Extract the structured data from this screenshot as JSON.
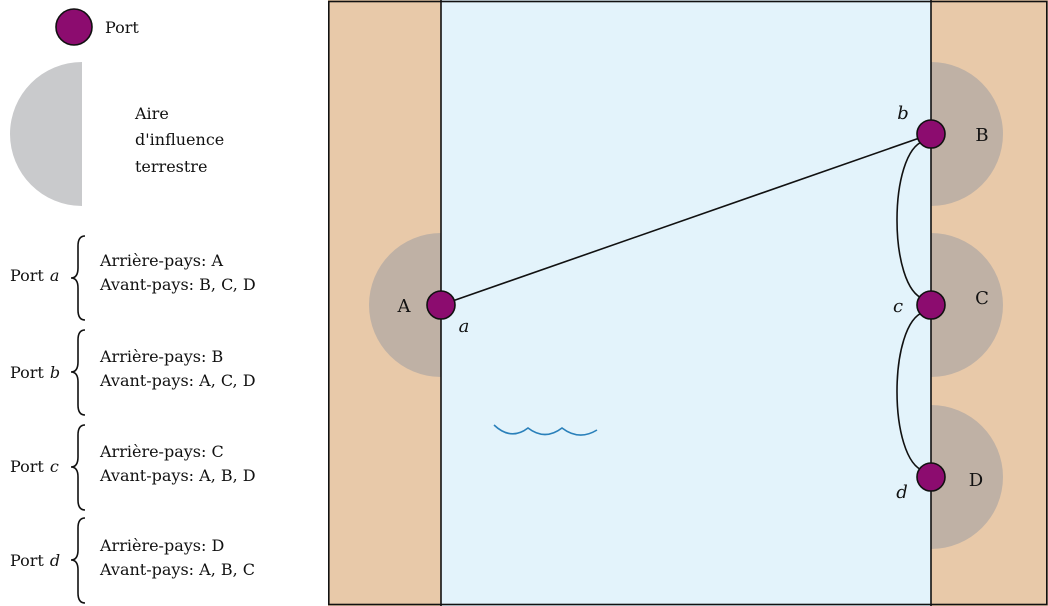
{
  "legend": {
    "port": "Port",
    "influence": {
      "line1": "Aire",
      "line2": "d'influence",
      "line3": "terrestre"
    },
    "groups": [
      {
        "prefix": "Port",
        "port": "a",
        "hinterland": "Arrière-pays: A",
        "foreland": "Avant-pays: B, C, D"
      },
      {
        "prefix": "Port",
        "port": "b",
        "hinterland": "Arrière-pays: B",
        "foreland": "Avant-pays: A, C, D"
      },
      {
        "prefix": "Port",
        "port": "c",
        "hinterland": "Arrière-pays: C",
        "foreland": "Avant-pays: A, B, D"
      },
      {
        "prefix": "Port",
        "port": "d",
        "hinterland": "Arrière-pays: D",
        "foreland": "Avant-pays: A, B, C"
      }
    ]
  },
  "map": {
    "regions": [
      "A",
      "B",
      "C",
      "D"
    ],
    "ports": [
      "a",
      "b",
      "c",
      "d"
    ]
  },
  "colors": {
    "port": "#8c0c6f",
    "influence_legend": "#c9cacc",
    "influence_map": "#bfb1a5",
    "land": "#e8c9a9",
    "water": "#e3f3fb",
    "wave": "#2a80ba"
  }
}
